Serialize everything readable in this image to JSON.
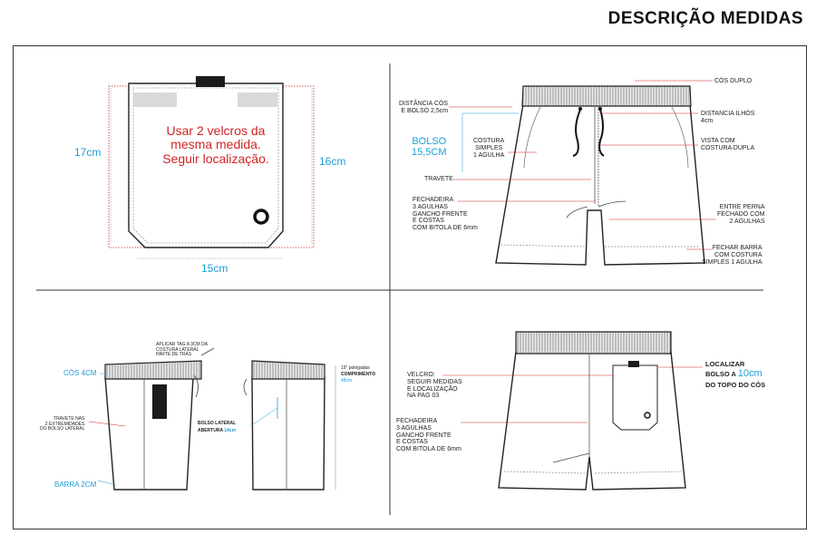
{
  "title": "DESCRIÇÃO MEDIDAS",
  "pocket": {
    "note": "Usar 2 velcros da\nmesma medida.\nSeguir localização.",
    "height_left": "17cm",
    "height_right": "16cm",
    "width": "15cm"
  },
  "front": {
    "distancia_cos": "DISTÂNCIA CÓS\nE BOLSO 2,5cm",
    "bolso": "BOLSO\n15,5CM",
    "costura": "COSTURA\nSIMPLES\n1 AGULHA",
    "travete": "TRAVETE",
    "fechadeira": "FECHADEIRA\n3 AGULHAS\nGANCHO FRENTE\nE COSTAS\nCOM BITOLA DE 6mm",
    "cos_duplo": "CÓS DUPLO",
    "ilhos": "DISTANCIA ILHÓS\n4cm",
    "vista": "VISTA COM\nCOSTURA DUPLA",
    "entre_perna": "ENTRE PERNA\nFECHADO COM\n2 AGULHAS",
    "fechar_barra": "FECHAR BARRA\nCOM COSTURA\nSIMPLES 1 AGULHA"
  },
  "side": {
    "tag": "APLICAR TAG A 3CM DA\nCOSTURA LATERAL\nPARTE DE TRÁS",
    "cos": "CÓS 4CM",
    "travete": "TRAVETE NAS\n2 EXTREMIDADES\nDO BOLSO LATERAL",
    "barra": "BARRA 2CM",
    "polegadas": "19\" polegadas",
    "comprimento_label": "COMPRIMENTO",
    "comprimento_value": "48cm",
    "bolso_lateral": "BOLSO LATERAL",
    "abertura_label": "ABERTURA",
    "abertura_value": "14cm"
  },
  "back": {
    "velcro": "VELCRO:\nSEGUIR MEDIDAS\nE LOCALIZAÇÃO\nNA PAG 03",
    "fechadeira": "FECHADEIRA\n3 AGULHAS\nGANCHO FRENTE\nE COSTAS\nCOM BITOLA DE 6mm",
    "localizar_pre": "LOCALIZAR\nBOLSO A ",
    "localizar_value": "10cm",
    "localizar_post": "DO TOPO DO CÓS"
  },
  "colors": {
    "accent_cyan": "#1a9fd9",
    "accent_red": "#d22222",
    "line": "#333333"
  }
}
